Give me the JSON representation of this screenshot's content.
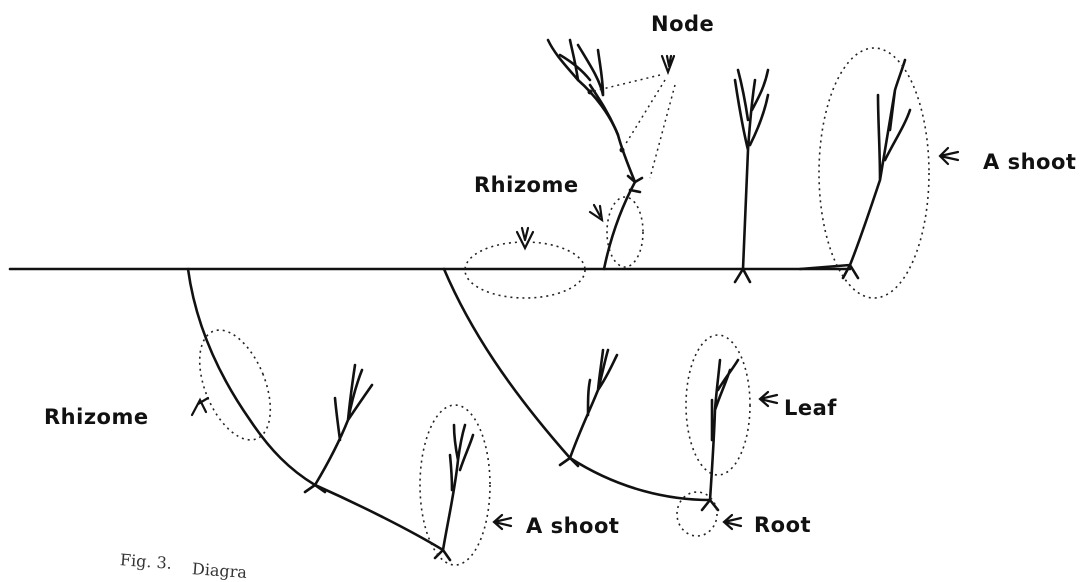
{
  "labels": {
    "node": "Node",
    "rhizome_top": "Rhizome",
    "rhizome_left": "Rhizome",
    "shoot_right": "A shoot",
    "shoot_bottom": "A shoot",
    "leaf": "Leaf",
    "root": "Root"
  },
  "caption": {
    "fig": "Fig. 3.",
    "text": "Diagra"
  },
  "colors": {
    "ink": "#111111",
    "caption": "#333333"
  }
}
